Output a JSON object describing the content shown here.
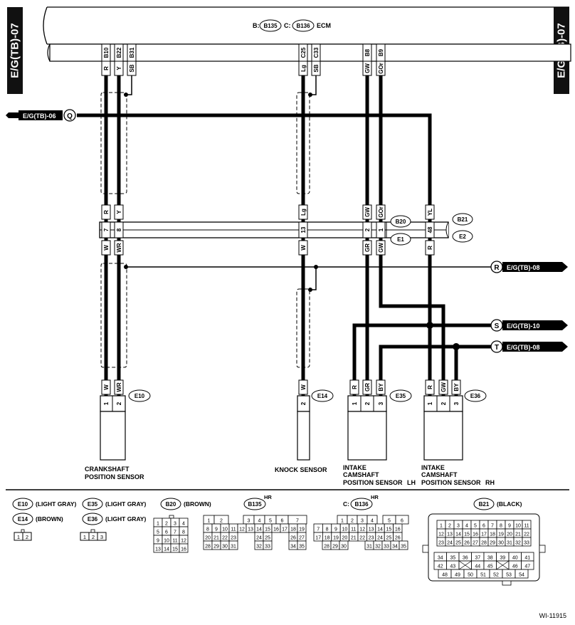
{
  "side_tags": {
    "left": "E/G(TB)-07",
    "right": "E/G(TB)-07"
  },
  "ecm": {
    "b_prefix": "B:",
    "b_conn": "B135",
    "c_prefix": "C:",
    "c_conn": "B136",
    "label": "ECM",
    "pins": [
      "B10",
      "B22",
      "B31",
      "C25",
      "C33",
      "B8",
      "B9"
    ]
  },
  "wire_colors": {
    "ecm_side": [
      "R",
      "Y",
      "SB",
      "Lg",
      "SB",
      "GW",
      "GOr"
    ],
    "harness_upper": [
      "R",
      "Y",
      "Lg",
      "GW",
      "GOr",
      "YL"
    ],
    "harness_lower": [
      "W",
      "WR",
      "W",
      "GR",
      "GW",
      "R"
    ],
    "e10": [
      "W",
      "WR"
    ],
    "e14": [
      "W"
    ],
    "e35": [
      "R",
      "GR",
      "BY"
    ],
    "e36": [
      "R",
      "GW",
      "BY"
    ]
  },
  "joint_pins": [
    "7",
    "8",
    "13",
    "2",
    "1",
    "48"
  ],
  "joint_connectors": {
    "b20": "B20",
    "e1": "E1",
    "b21": "B21",
    "e2": "E2"
  },
  "offpage": {
    "q": {
      "letter": "Q",
      "ref": "E/G(TB)-06"
    },
    "r": {
      "letter": "R",
      "ref": "E/G(TB)-08"
    },
    "s": {
      "letter": "S",
      "ref": "E/G(TB)-10"
    },
    "t": {
      "letter": "T",
      "ref": "E/G(TB)-08"
    }
  },
  "sensors": {
    "e10": {
      "conn": "E10",
      "pins": [
        "1",
        "2"
      ],
      "label1": "CRANKSHAFT",
      "label2": "POSITION SENSOR"
    },
    "e14": {
      "conn": "E14",
      "pins": [
        "2"
      ],
      "label1": "KNOCK SENSOR"
    },
    "e35": {
      "conn": "E35",
      "pins": [
        "1",
        "2",
        "3"
      ],
      "label1": "INTAKE",
      "label2": "CAMSHAFT",
      "label3": "POSITION SENSOR",
      "side": "LH"
    },
    "e36": {
      "conn": "E36",
      "pins": [
        "1",
        "2",
        "3"
      ],
      "label1": "INTAKE",
      "label2": "CAMSHAFT",
      "label3": "POSITION SENSOR",
      "side": "RH"
    }
  },
  "legend": {
    "e10": {
      "conn": "E10",
      "color": "(LIGHT GRAY)"
    },
    "e14": {
      "conn": "E14",
      "color": "(BROWN)"
    },
    "e35": {
      "conn": "E35",
      "color": "(LIGHT GRAY)"
    },
    "e36": {
      "conn": "E36",
      "color": "(LIGHT GRAY)"
    },
    "b20": {
      "conn": "B20",
      "color": "(BROWN)"
    },
    "b135": {
      "prefix": "B:",
      "conn": "B135",
      "note": "HR"
    },
    "b136": {
      "prefix": "C:",
      "conn": "B136",
      "note": "HR"
    },
    "b21": {
      "conn": "B21",
      "color": "(BLACK)"
    },
    "face_e10_e14": [
      "1",
      "2"
    ],
    "face_e35_e36": [
      "1",
      "2",
      "3"
    ],
    "face_b20": [
      "1",
      "2",
      "3",
      "4",
      "5",
      "6",
      "7",
      "8",
      "9",
      "10",
      "11",
      "12",
      "13",
      "14",
      "15",
      "16"
    ],
    "face_b135": [
      [
        "1",
        "2",
        "",
        "",
        "3",
        "4",
        "5",
        "6",
        "7"
      ],
      [
        "8",
        "9",
        "10",
        "11",
        "12",
        "13",
        "14",
        "15",
        "16",
        "17",
        "18",
        "19"
      ],
      [
        "20",
        "21",
        "22",
        "23",
        "",
        "",
        "24",
        "25",
        "",
        "",
        "26",
        "27"
      ],
      [
        "28",
        "29",
        "30",
        "31",
        "",
        "",
        "32",
        "33",
        "",
        "",
        "34",
        "35"
      ]
    ],
    "face_b136": [
      [
        "",
        "",
        "1",
        "2",
        "3",
        "4",
        "",
        "5",
        "6"
      ],
      [
        "7",
        "8",
        "9",
        "10",
        "11",
        "12",
        "13",
        "14",
        "15",
        "16"
      ],
      [
        "17",
        "18",
        "19",
        "20",
        "21",
        "22",
        "23",
        "24",
        "25",
        "26"
      ],
      [
        "28",
        "29",
        "30",
        "",
        "",
        "31",
        "32",
        "33",
        "34",
        "35"
      ]
    ],
    "face_b21": [
      [
        "1",
        "2",
        "3",
        "4",
        "5",
        "6",
        "7",
        "8",
        "9",
        "10",
        "11"
      ],
      [
        "12",
        "13",
        "14",
        "15",
        "16",
        "17",
        "18",
        "19",
        "20",
        "21",
        "22"
      ],
      [
        "23",
        "24",
        "25",
        "26",
        "27",
        "28",
        "29",
        "30",
        "31",
        "32",
        "33"
      ],
      [
        "34",
        "35",
        "36",
        "37",
        "38",
        "39",
        "40",
        "41"
      ],
      [
        "42",
        "43",
        "",
        "44",
        "45",
        "",
        "46",
        "47"
      ],
      [
        "48",
        "49",
        "50",
        "51",
        "52",
        "53",
        "54"
      ]
    ]
  },
  "figure_id": "WI-11915"
}
